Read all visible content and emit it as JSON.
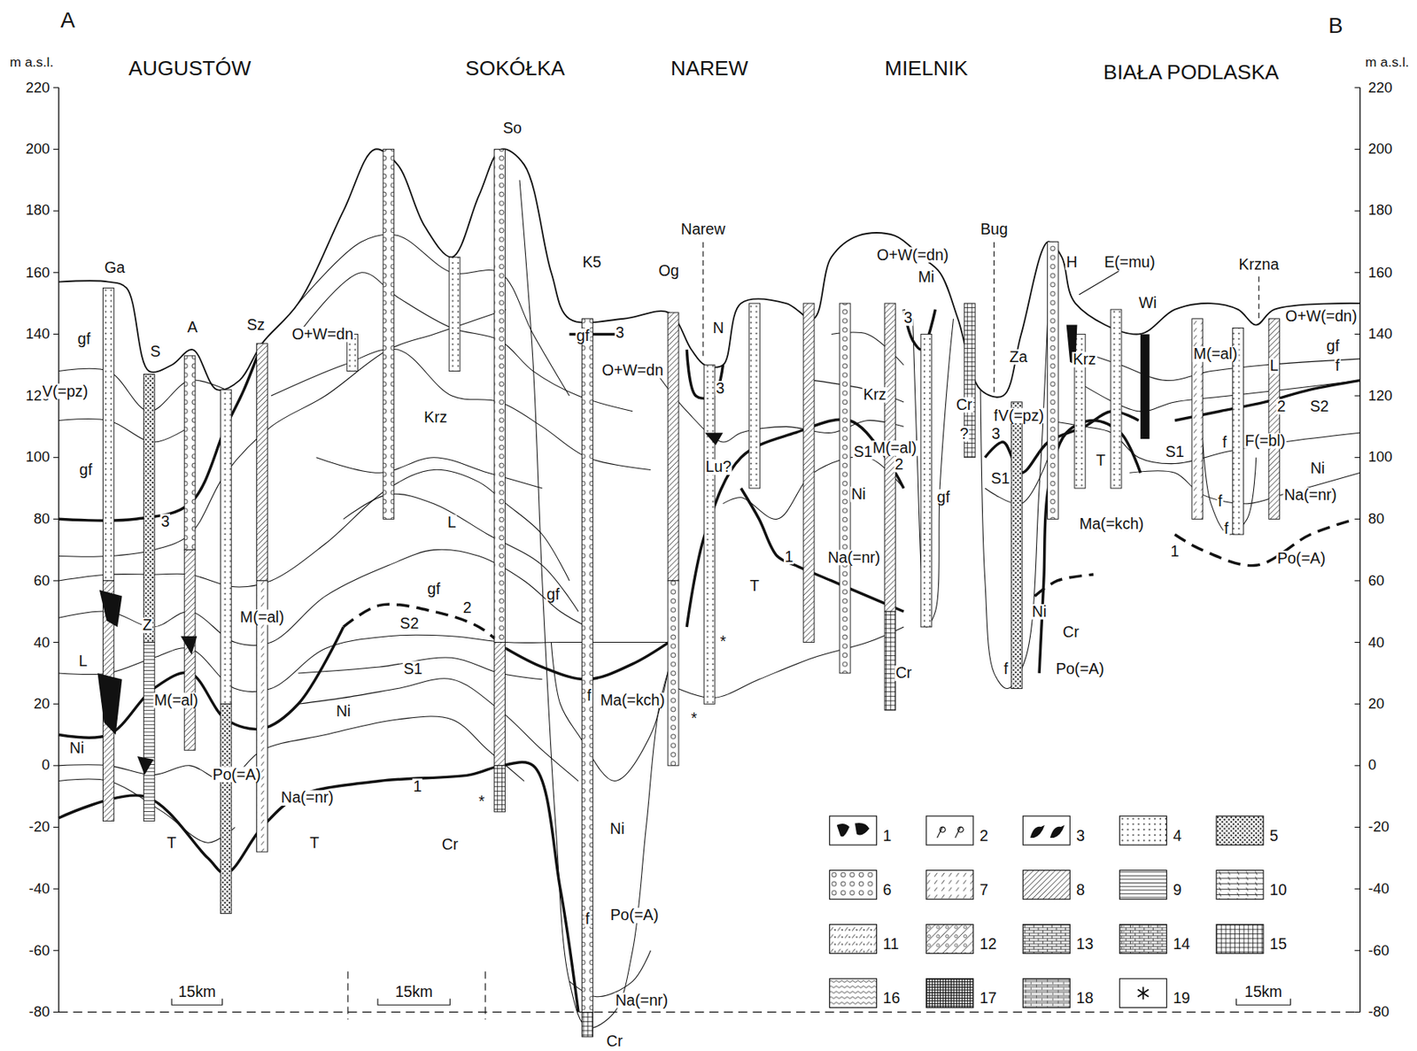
{
  "diagram": {
    "labels": [
      "A",
      "B",
      "m a.s.l.",
      "m a.s.l.",
      "220",
      "200",
      "180",
      "160",
      "140",
      "120",
      "100",
      "80",
      "60",
      "40",
      "20",
      "0",
      "-20",
      "-40",
      "-60",
      "-80",
      "220",
      "200",
      "180",
      "160",
      "140",
      "120",
      "100",
      "80",
      "60",
      "40",
      "20",
      "0",
      "-20",
      "-40",
      "-60",
      "-80",
      "AUGUSTÓW",
      "SOKÓŁKA",
      "NAREW",
      "MIELNIK",
      "BIAŁA PODLASKA",
      "So",
      "Narew",
      "Bug",
      "Ga",
      "K5",
      "Og",
      "O+W(=dn)",
      "Mi",
      "H",
      "E(=mu)",
      "Krzna",
      "Wi",
      "O+W(=dn)",
      "gf",
      "S",
      "A",
      "Sz",
      "O+W=dn",
      "N",
      "3",
      "V(=pz)",
      "Krz",
      "gf",
      "3",
      "O+W=dn",
      "3",
      "Lu?",
      "Krz",
      "Za",
      "Krz",
      "M(=al)",
      "L",
      "gf",
      "f",
      "2",
      "S2",
      "Cr",
      "?",
      "f",
      "V(=pz)",
      "3",
      "S1",
      "M(=al)",
      "2",
      "S1",
      "gf",
      "S1",
      "f",
      "F(=bl)",
      "T",
      "Ni",
      "Na(=nr)",
      "Ni",
      "1",
      "Na(=nr)",
      "T",
      "Ma(=kch)",
      "f",
      "f",
      "1",
      "Po(=A)",
      "Ni",
      "Cr",
      "f",
      "Po(=A)",
      "Cr",
      "gf",
      "3",
      "L",
      "gf",
      "S2",
      "2",
      "S1",
      "Ni",
      "Z",
      "M(=al)",
      "L",
      "M(=al)",
      "Ni",
      "Po(=A)",
      "Na(=nr)",
      "1",
      "Cr",
      "*",
      "T",
      "T",
      "gf",
      "*",
      "f",
      "Ma(=kch)",
      "*",
      "Ni",
      "Po(=A)",
      "f",
      "Na(=nr)",
      "Cr",
      "15km",
      "15km",
      "15km"
    ],
    "legend": [
      {
        "text": "1"
      },
      {
        "text": "2"
      },
      {
        "text": "3"
      },
      {
        "text": "4"
      },
      {
        "text": "5"
      },
      {
        "text": "6"
      },
      {
        "text": "7"
      },
      {
        "text": "8"
      },
      {
        "text": "9"
      },
      {
        "text": "10"
      },
      {
        "text": "11"
      },
      {
        "text": "12"
      },
      {
        "text": "13"
      },
      {
        "text": "14"
      },
      {
        "text": "15"
      },
      {
        "text": "16"
      },
      {
        "text": "17"
      },
      {
        "text": "18"
      },
      {
        "text": "19"
      }
    ]
  }
}
